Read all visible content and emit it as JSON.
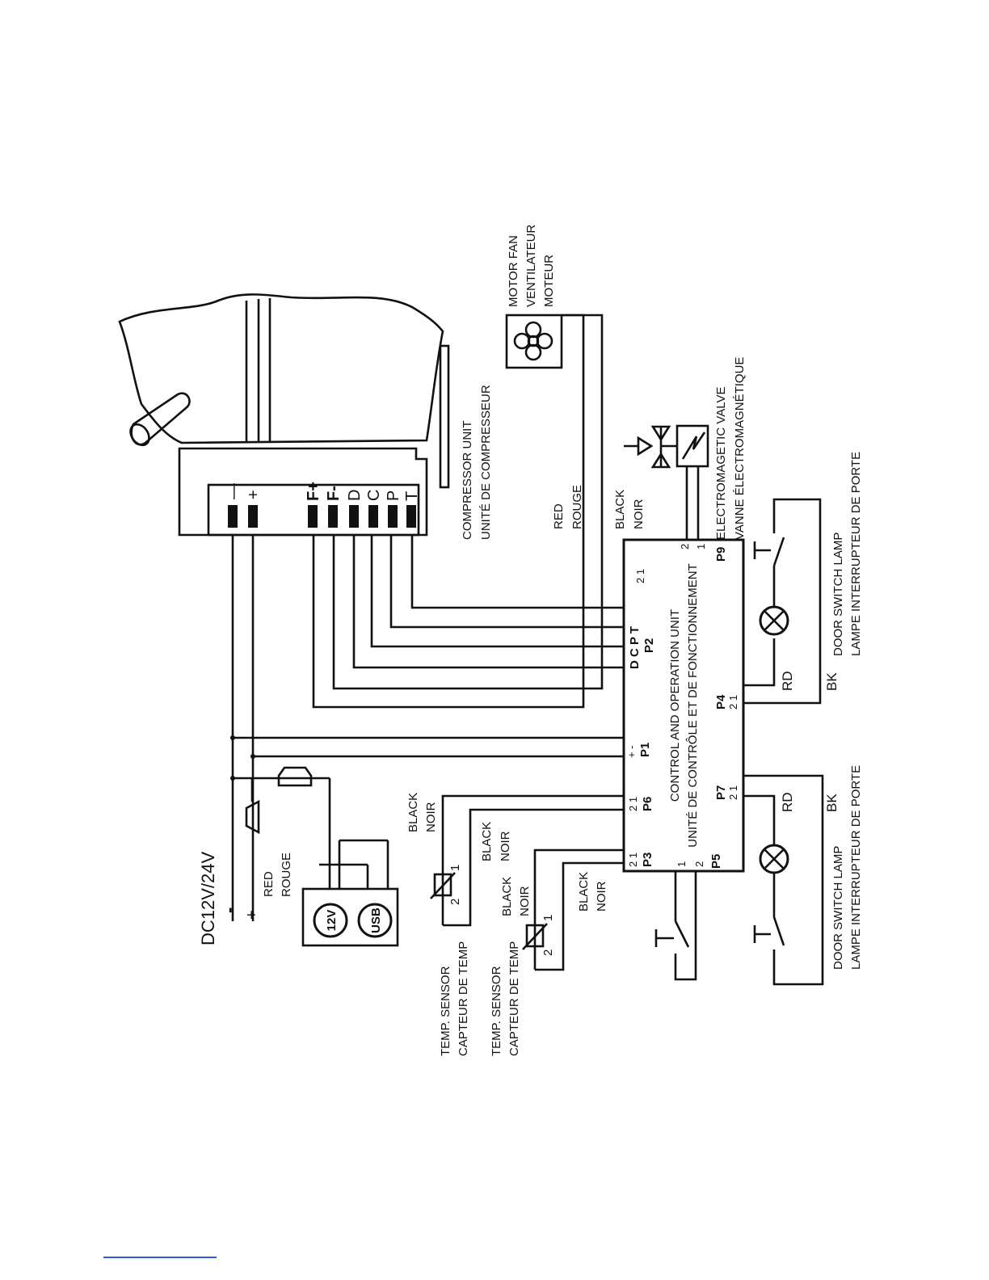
{
  "power": {
    "label": "DC12V/24V",
    "minus": "-",
    "plus": "+"
  },
  "red_wire": {
    "line1": "RED",
    "line2": "ROUGE"
  },
  "socket": {
    "v12": "12V",
    "usb": "USB"
  },
  "compressor": {
    "line1": "COMPRESSOR UNIT",
    "line2": "UNITÉ DE COMPRESSEUR",
    "terminals": [
      "—",
      "+",
      "F+",
      "F-",
      "D",
      "C",
      "P",
      "T"
    ]
  },
  "fan": {
    "line1": "MOTOR FAN",
    "line2": "VENTILATEUR",
    "line3": "MOTEUR"
  },
  "fan_wires": {
    "red1": "RED",
    "red2": "ROUGE",
    "black1": "BLACK",
    "black2": "NOIR"
  },
  "valve": {
    "line1": "ELECTROMAGETIC VALVE",
    "line2": "VANNE ÉLECTROMAGNÉTIQUE"
  },
  "control_unit": {
    "line1": "CONTROL AND OPERATION UNIT",
    "line2": "UNITÉ DE CONTRÔLE ET DE FONCTIONNEMENT"
  },
  "ports": {
    "p1": {
      "name": "P1",
      "pins": "+ -"
    },
    "p2": {
      "name": "P2",
      "pins": "D C P T"
    },
    "p2_aux": "2 1",
    "p3": {
      "name": "P3",
      "pins": "2 1"
    },
    "p4": {
      "name": "P4",
      "pins": "2 1"
    },
    "p5": {
      "name": "P5",
      "pin1": "1",
      "pin2": "2"
    },
    "p6": {
      "name": "P6",
      "pins": "2 1"
    },
    "p7": {
      "name": "P7",
      "pins": "2 1"
    },
    "p9": {
      "name": "P9",
      "pin1": "2",
      "pin2": "1"
    }
  },
  "sensor_wires": {
    "a1": "BLACK",
    "a2": "NOIR",
    "b1": "BLACK",
    "b2": "NOIR",
    "c1": "BLACK",
    "c2": "NOIR",
    "d1": "BLACK",
    "d2": "NOIR"
  },
  "sensors": {
    "s1": {
      "line1": "TEMP. SENSOR",
      "line2": "CAPTEUR DE TEMP",
      "n1": "1",
      "n2": "2"
    },
    "s2": {
      "line1": "TEMP. SENSOR",
      "line2": "CAPTEUR DE TEMP",
      "n1": "1",
      "n2": "2"
    }
  },
  "lamps": {
    "upper": {
      "line1": "DOOR SWITCH LAMP",
      "line2": "LAMPE INTERRUPTEUR DE PORTE",
      "rd": "RD",
      "bk": "BK"
    },
    "lower": {
      "line1": "DOOR SWITCH LAMP",
      "line2": "LAMPE INTERRUPTEUR DE PORTE",
      "rd": "RD",
      "bk": "BK"
    }
  },
  "colors": {
    "ink": "#111111",
    "link": "#2f5bd4"
  }
}
